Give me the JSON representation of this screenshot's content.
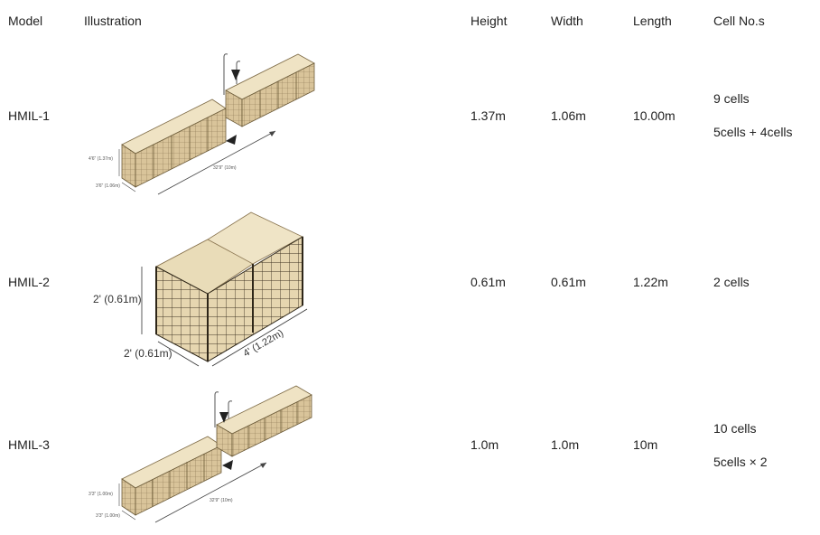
{
  "headers": {
    "model": "Model",
    "illustration": "Illustration",
    "height": "Height",
    "width": "Width",
    "length": "Length",
    "cells": "Cell No.s"
  },
  "rows": [
    {
      "model": "HMIL-1",
      "height": "1.37m",
      "width": "1.06m",
      "length": "10.00m",
      "cells_line1": "9 cells",
      "cells_line2": "5cells + 4cells",
      "dim_height": "4'6\" (1.37m)",
      "dim_width": "3'6\" (1.06m)",
      "dim_length": "32'9\" (10m)"
    },
    {
      "model": "HMIL-2",
      "height": "0.61m",
      "width": "0.61m",
      "length": "1.22m",
      "cells_line1": "2 cells",
      "dim_height": "2' (0.61m)",
      "dim_width": "2' (0.61m)",
      "dim_length": "4' (1.22m)"
    },
    {
      "model": "HMIL-3",
      "height": "1.0m",
      "width": "1.0m",
      "length": "10m",
      "cells_line1": "10 cells",
      "cells_line2": "5cells × 2",
      "dim_height": "3'3\" (1.00m)",
      "dim_width": "3'3\" (1.00m)",
      "dim_length": "32'9\" (10m)"
    }
  ]
}
